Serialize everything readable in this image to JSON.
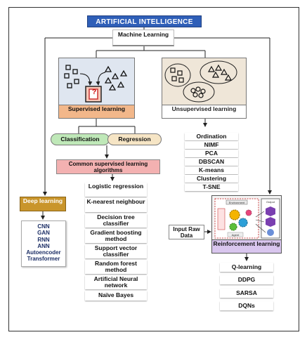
{
  "title": "ARTIFICIAL INTELLIGENCE",
  "machine_learning": "Machine Learning",
  "supervised_learning": "Supervised learning",
  "unsupervised_learning": "Unsupervised learning",
  "classification": "Classification",
  "regression": "Regression",
  "common_supervised": "Common supervised learning algorithms",
  "supervised_algorithms": [
    "Logistic regression",
    "K-nearest neighbour",
    "Decision tree classifier",
    "Gradient boosting method",
    "Support vector classifier",
    "Random forest method",
    "Artificial Neural network",
    "Naïve Bayes"
  ],
  "unsupervised_algorithms": [
    "Ordination",
    "NIMF",
    "PCA",
    "DBSCAN",
    "K-means",
    "Clustering",
    "T-SNE"
  ],
  "deep_learning": "Deep learning",
  "deep_models": [
    "CNN",
    "GAN",
    "RNN",
    "ANN",
    "Autoencoder",
    "Transformer"
  ],
  "input_raw_data": "Input Raw Data",
  "reinforcement_learning": "Reinforcement learning",
  "rl_panel_labels": {
    "environment": "Environment",
    "output": "Output",
    "agent": "Agent"
  },
  "rl_algorithms": [
    "Q-learning",
    "DDPG",
    "SARSA",
    "DQNs"
  ],
  "icons": {
    "question": "?"
  },
  "colors": {
    "title_bg": "#2f5fb8",
    "supervised_label": "#f2b78a",
    "classification": "#bfe8b8",
    "regression": "#f6e5c5",
    "common_supervised": "#f3b1b1",
    "deep_learning": "#c9952b",
    "reinforcement_label": "#d9c6ee"
  }
}
